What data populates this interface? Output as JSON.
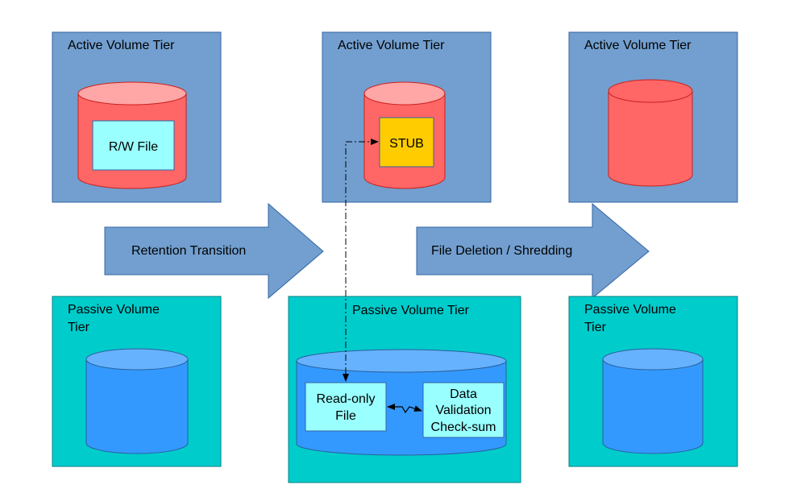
{
  "active_tiers": [
    {
      "label": "Active Volume Tier",
      "file_label": "R/W File"
    },
    {
      "label": "Active Volume Tier",
      "file_label": "STUB"
    },
    {
      "label": "Active Volume Tier"
    }
  ],
  "passive_tiers": [
    {
      "label_lines": [
        "Passive Volume",
        "Tier"
      ]
    },
    {
      "label_lines": [
        "Passive Volume Tier"
      ],
      "file_label_lines": [
        "Read-only",
        "File"
      ],
      "checksum_label_lines": [
        "Data",
        "Validation",
        "Check-sum"
      ]
    },
    {
      "label_lines": [
        "Passive Volume",
        "Tier"
      ]
    }
  ],
  "arrows": [
    {
      "label": "Retention Transition"
    },
    {
      "label": "File Deletion / Shredding"
    }
  ],
  "colors": {
    "active_tier": "#729fcf",
    "passive_tier": "#00cccc",
    "active_cylinder_body": "#ff6666",
    "active_cylinder_top": "#ffa6a6",
    "passive_cylinder_body": "#3399ff",
    "passive_cylinder_top": "#66b2ff",
    "file_box": "#99ffff",
    "stub_box": "#ffcc00",
    "transition_arrow": "#729fcf"
  }
}
